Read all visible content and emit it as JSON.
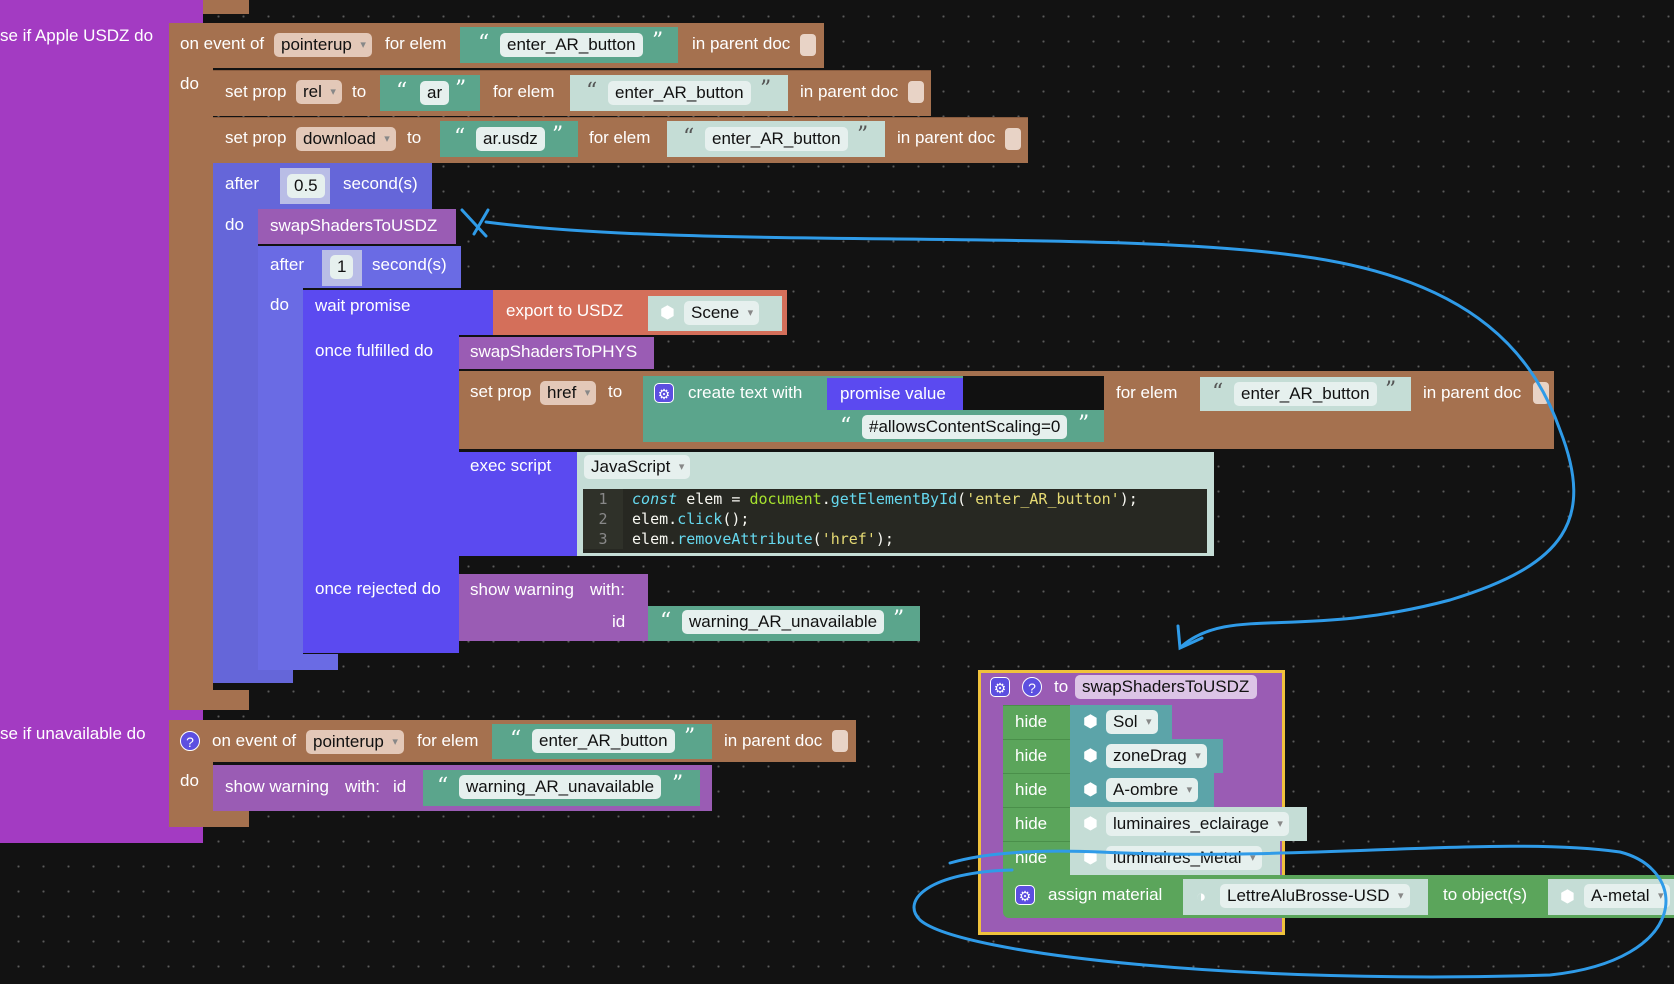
{
  "colors": {
    "event_block": "#a5714f",
    "condition_block": "#a33bc2",
    "procedure": "#9a5cb4",
    "after_block": "#6566d9",
    "promise": "#5b4af0",
    "text": "#5ba58c",
    "hide": "#5ba55b",
    "object": "#5ca4a9",
    "export": "#d46f5a",
    "annotation": "#2f9be8",
    "highlight": "#f0c23c"
  },
  "condition": {
    "apple": "se if Apple USDZ do",
    "unavailable": "se if unavailable do"
  },
  "event1": {
    "on_event_of": "on event of",
    "event": "pointerup",
    "for_elem": "for elem",
    "elem": "enter_AR_button",
    "in_parent_doc": "in parent doc",
    "do": "do"
  },
  "setprop_rel": {
    "set_prop": "set prop",
    "prop": "rel",
    "to": "to",
    "value": "ar",
    "for_elem": "for elem",
    "elem": "enter_AR_button",
    "in_parent_doc": "in parent doc"
  },
  "setprop_download": {
    "set_prop": "set prop",
    "prop": "download",
    "to": "to",
    "value": "ar.usdz",
    "for_elem": "for elem",
    "elem": "enter_AR_button",
    "in_parent_doc": "in parent doc"
  },
  "after1": {
    "after": "after",
    "seconds": "0.5",
    "unit": "second(s)",
    "do": "do"
  },
  "call_usdz": "swapShadersToUSDZ",
  "after2": {
    "after": "after",
    "seconds": "1",
    "unit": "second(s)",
    "do": "do"
  },
  "promise": {
    "wait": "wait promise",
    "fulfilled": "once fulfilled do",
    "rejected": "once rejected do"
  },
  "export": {
    "label": "export to USDZ",
    "object": "Scene"
  },
  "call_phys": "swapShadersToPHYS",
  "setprop_href": {
    "set_prop": "set prop",
    "prop": "href",
    "to": "to",
    "create_text": "create text with",
    "promise_value": "promise value",
    "suffix": "#allowsContentScaling=0",
    "for_elem": "for elem",
    "elem": "enter_AR_button",
    "in_parent_doc": "in parent doc"
  },
  "exec": {
    "label": "exec script",
    "language": "JavaScript",
    "lines": [
      [
        [
          "const",
          "kw"
        ],
        [
          " elem = ",
          "id"
        ],
        [
          "document",
          "obj"
        ],
        [
          ".",
          "id"
        ],
        [
          "getElementById",
          "fn"
        ],
        [
          "(",
          "id"
        ],
        [
          "'enter_AR_button'",
          "str"
        ],
        [
          ");",
          "id"
        ]
      ],
      [
        [
          "elem.",
          "id"
        ],
        [
          "click",
          "fn"
        ],
        [
          "();",
          "id"
        ]
      ],
      [
        [
          "elem.",
          "id"
        ],
        [
          "removeAttribute",
          "fn"
        ],
        [
          "(",
          "id"
        ],
        [
          "'href'",
          "str"
        ],
        [
          ");",
          "id"
        ]
      ]
    ]
  },
  "warning1": {
    "label": "show warning",
    "with": "with:",
    "id_label": "id",
    "id": "warning_AR_unavailable"
  },
  "event2": {
    "help": "?",
    "on_event_of": "on event of",
    "event": "pointerup",
    "for_elem": "for elem",
    "elem": "enter_AR_button",
    "in_parent_doc": "in parent doc",
    "do": "do"
  },
  "warning2": {
    "label": "show warning",
    "with": "with:",
    "id_label": "id",
    "id": "warning_AR_unavailable"
  },
  "procedure": {
    "help": "?",
    "to": "to",
    "name": "swapShadersToUSDZ",
    "hides": [
      {
        "label": "hide",
        "object": "Sol"
      },
      {
        "label": "hide",
        "object": "zoneDrag"
      },
      {
        "label": "hide",
        "object": "A-ombre"
      },
      {
        "label": "hide",
        "object": "luminaires_eclairage"
      },
      {
        "label": "hide",
        "object": "luminaires_Metal"
      }
    ],
    "assign": {
      "label": "assign material",
      "material": "LettreAluBrosse-USD",
      "to_objects": "to object(s)",
      "object": "A-metal"
    }
  }
}
